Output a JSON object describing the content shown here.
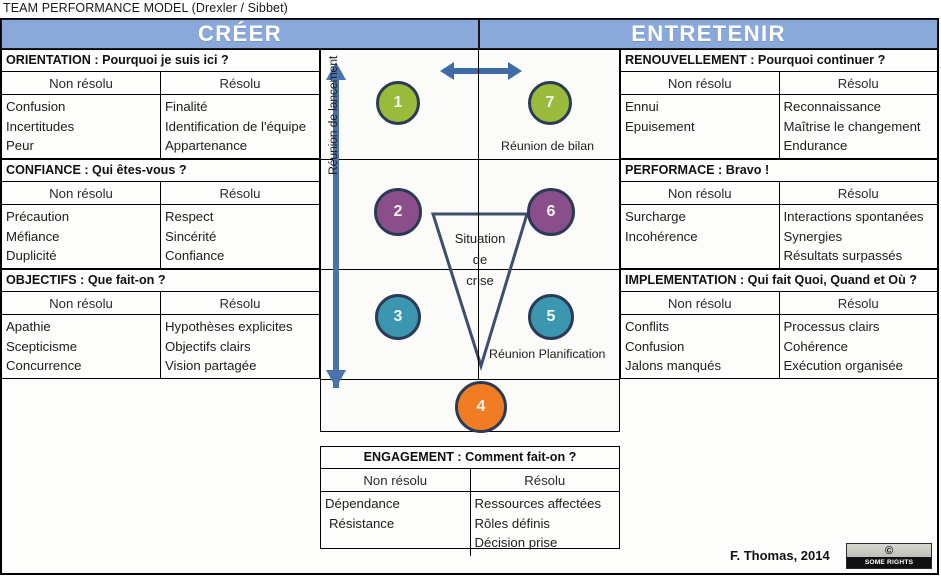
{
  "document": {
    "title": "TEAM PERFORMANCE MODEL (Drexler / Sibbet)",
    "credit": "F. Thomas, 2014",
    "license_badge": {
      "mark": "CC",
      "text": "SOME RIGHTS RESERVED"
    }
  },
  "banners": {
    "left": "CRÉER",
    "right": "ENTRETENIR"
  },
  "column_headers": {
    "unresolved": "Non résolu",
    "resolved": "Résolu"
  },
  "sections": {
    "orientation": {
      "title": "ORIENTATION : Pourquoi je suis ici ?",
      "unresolved": [
        "Confusion",
        "Incertitudes",
        "Peur"
      ],
      "resolved": [
        "Finalité",
        "Identification de l'équipe",
        "Appartenance"
      ]
    },
    "confiance": {
      "title": "CONFIANCE : Qui êtes-vous ?",
      "unresolved": [
        "Précaution",
        "Méfiance",
        "Duplicité"
      ],
      "resolved": [
        "Respect",
        "Sincérité",
        "Confiance"
      ]
    },
    "objectifs": {
      "title": "OBJECTIFS : Que fait-on ?",
      "unresolved": [
        "Apathie",
        "Scepticisme",
        "Concurrence"
      ],
      "resolved": [
        "Hypothèses explicites",
        "Objectifs clairs",
        "Vision partagée"
      ]
    },
    "engagement": {
      "title": "ENGAGEMENT : Comment fait-on ?",
      "unresolved": [
        "Dépendance",
        "Résistance"
      ],
      "resolved": [
        "Ressources affectées",
        "Rôles définis",
        "Décision prise"
      ]
    },
    "implementation": {
      "title": "IMPLEMENTATION : Qui fait Quoi, Quand et Où ?",
      "unresolved": [
        "Conflits",
        "Confusion",
        "Jalons manqués"
      ],
      "resolved": [
        "Processus clairs",
        "Cohérence",
        "Exécution organisée"
      ]
    },
    "performance": {
      "title": "PERFORMACE : Bravo !",
      "unresolved": [
        "Surcharge",
        "Incohérence"
      ],
      "resolved": [
        "Interactions spontanées",
        "Synergies",
        "Résultats surpassés"
      ]
    },
    "renouvellement": {
      "title": "RENOUVELLEMENT : Pourquoi continuer ?",
      "unresolved": [
        "Ennui",
        "Epuisement"
      ],
      "resolved": [
        "Reconnaissance",
        "Maîtrise le changement",
        "Endurance"
      ]
    }
  },
  "center": {
    "stages": [
      {
        "number": "1",
        "color": "#9aba3c"
      },
      {
        "number": "2",
        "color": "#8a4f8a"
      },
      {
        "number": "3",
        "color": "#3b96b0"
      },
      {
        "number": "4",
        "color": "#f07c24"
      },
      {
        "number": "5",
        "color": "#3b96b0"
      },
      {
        "number": "6",
        "color": "#8a4f8a"
      },
      {
        "number": "7",
        "color": "#9aba3c"
      }
    ],
    "labels": {
      "reunion_bilan": "Réunion de bilan",
      "reunion_planification": "Réunion Planification",
      "reunion_lancement": "Réunion de lancement"
    },
    "crisis": {
      "line1": "Situation",
      "line2": "de",
      "line3": "crise"
    }
  },
  "colors": {
    "banner": "#8aa8da",
    "arrow": "#4a72ac",
    "circle_border": "#2b3a55",
    "page_bg": "#fdfdfc"
  }
}
